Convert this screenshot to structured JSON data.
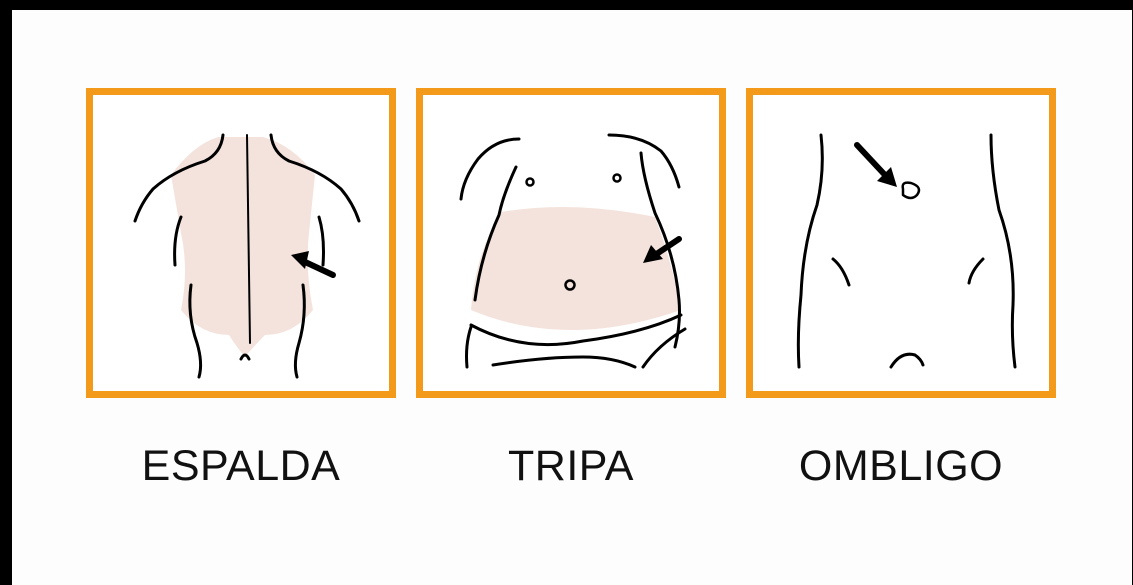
{
  "cards": [
    {
      "label": "ESPALDA",
      "icon": "back-torso-icon"
    },
    {
      "label": "TRIPA",
      "icon": "belly-torso-icon"
    },
    {
      "label": "OMBLIGO",
      "icon": "navel-torso-icon"
    }
  ],
  "colors": {
    "frame_border": "#f39a1a",
    "highlight": "#f4e3dc",
    "line": "#000000"
  }
}
